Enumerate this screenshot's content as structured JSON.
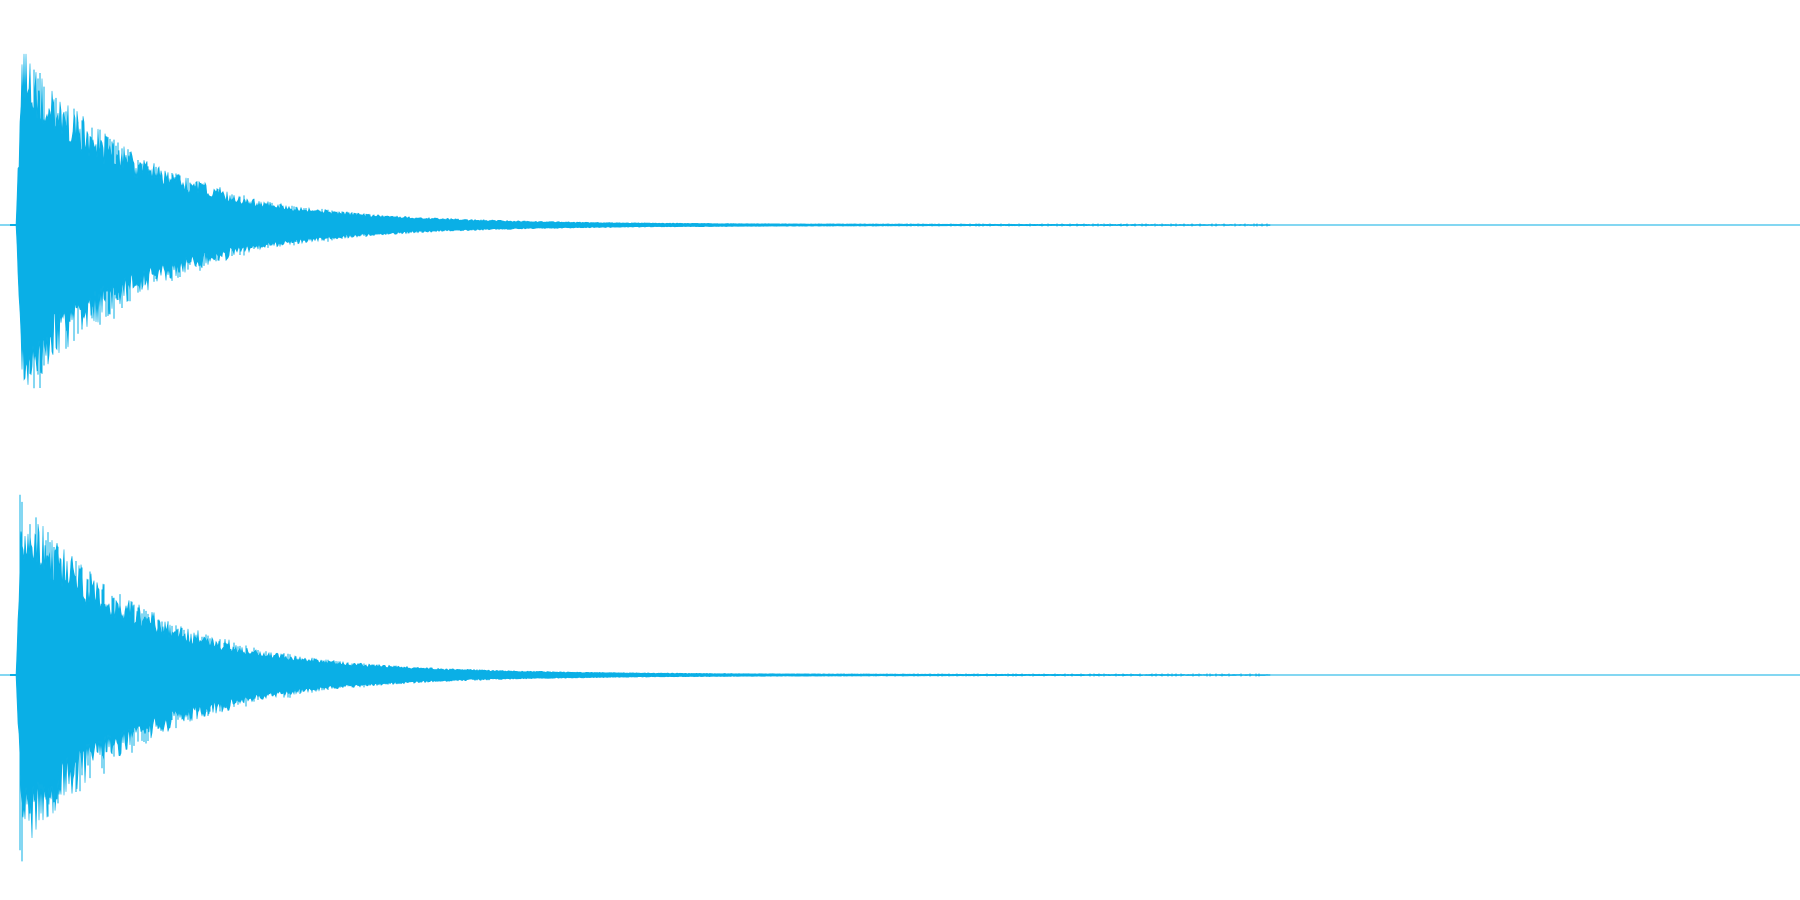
{
  "waveform": {
    "color": "#0aafe6",
    "background": "#ffffff",
    "channel_count": 2,
    "channels": [
      {
        "name": "channel-1",
        "peak_amplitude": 0.95,
        "decay_shape": "exponential"
      },
      {
        "name": "channel-2",
        "peak_amplitude": 0.95,
        "decay_shape": "exponential"
      }
    ]
  }
}
